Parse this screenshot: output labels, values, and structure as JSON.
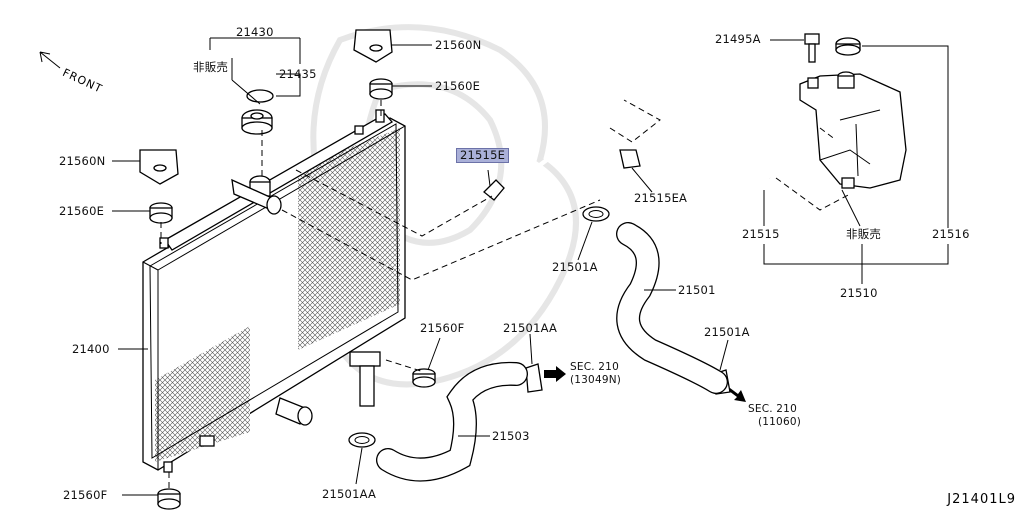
{
  "diagram": {
    "code": "J21401L9",
    "front_label": "FRONT",
    "parts": {
      "p21430": "21430",
      "p21435": "21435",
      "not_for_sale_1": "非販売",
      "p21560N_top": "21560N",
      "p21560E_top": "21560E",
      "p21560N_left": "21560N",
      "p21560E_left": "21560E",
      "p21400": "21400",
      "p21560F_bottom": "21560F",
      "p21560F_mid": "21560F",
      "p21515E": "21515E",
      "p21515EA": "21515EA",
      "p21501A_top": "21501A",
      "p21501": "21501",
      "p21501AA_mid": "21501AA",
      "p21501A_right": "21501A",
      "p21503": "21503",
      "p21501AA_bottom": "21501AA",
      "p21495A": "21495A",
      "p21515": "21515",
      "not_for_sale_2": "非販売",
      "p21516": "21516",
      "p21510": "21510"
    },
    "sec_refs": {
      "sec1_line1": "SEC. 210",
      "sec1_line2": "(13049N)",
      "sec2_line1": "SEC. 210",
      "sec2_line2": "(11060)"
    }
  }
}
